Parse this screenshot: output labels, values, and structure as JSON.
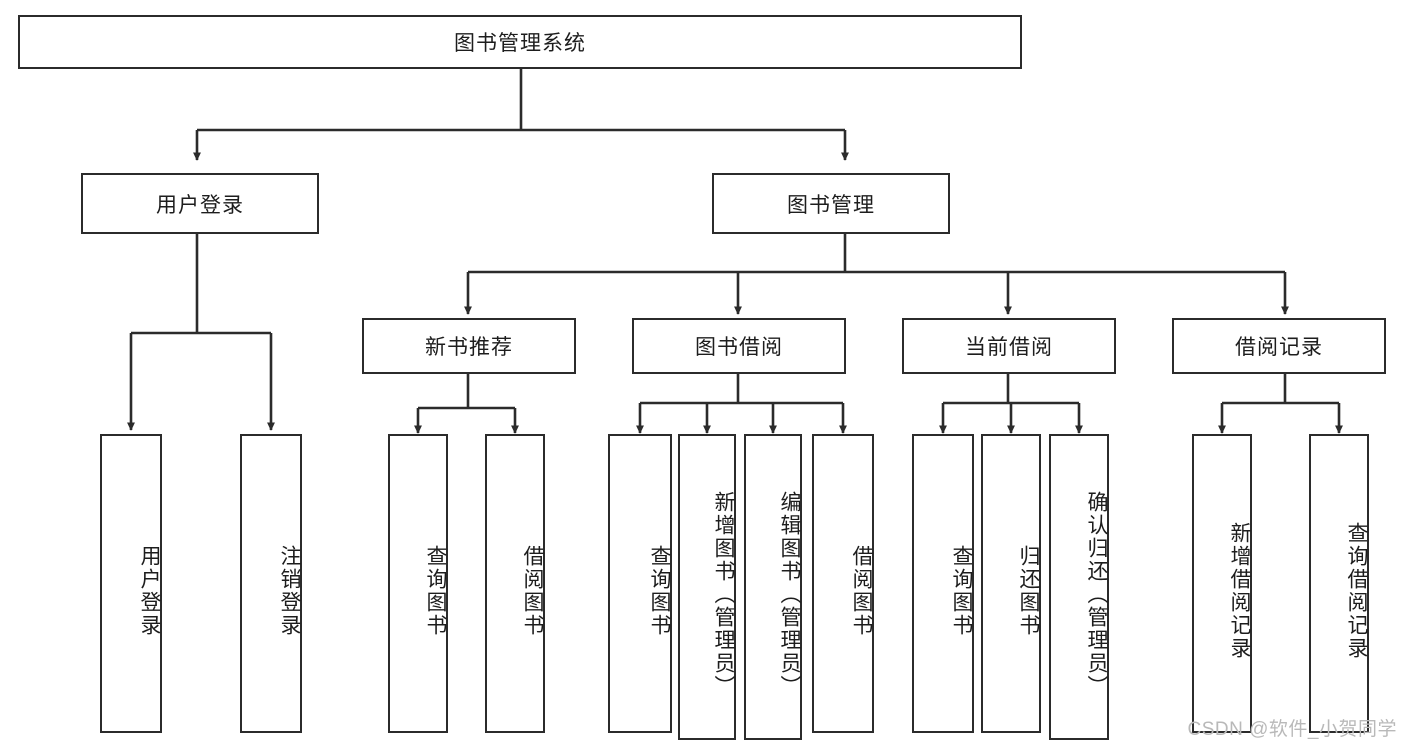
{
  "diagram": {
    "title": "图书管理系统",
    "watermark": "CSDN @软件_小贺同学",
    "colors": {
      "box_border": "#2b2b2b",
      "box_fill": "#ffffff",
      "connector": "#2b2b2b",
      "text": "#1d1d1d",
      "watermark": "#b9b9b9",
      "background": "#ffffff"
    },
    "root": {
      "label": "图书管理系统"
    },
    "level1": [
      {
        "label": "用户登录"
      },
      {
        "label": "图书管理"
      }
    ],
    "level2": [
      {
        "label": "新书推荐"
      },
      {
        "label": "图书借阅"
      },
      {
        "label": "当前借阅"
      },
      {
        "label": "借阅记录"
      }
    ],
    "leaves": {
      "user_login": [
        {
          "label": "用户登录"
        },
        {
          "label": "注销登录"
        }
      ],
      "new_book_recommend": [
        {
          "label": "查询图书"
        },
        {
          "label": "借阅图书"
        }
      ],
      "book_borrow": [
        {
          "label": "查询图书"
        },
        {
          "label": "新增图书（管理员）"
        },
        {
          "label": "编辑图书（管理员）"
        },
        {
          "label": "借阅图书"
        }
      ],
      "current_borrow": [
        {
          "label": "查询图书"
        },
        {
          "label": "归还图书"
        },
        {
          "label": "确认归还（管理员）"
        }
      ],
      "borrow_record": [
        {
          "label": "新增借阅记录"
        },
        {
          "label": "查询借阅记录"
        }
      ]
    }
  }
}
